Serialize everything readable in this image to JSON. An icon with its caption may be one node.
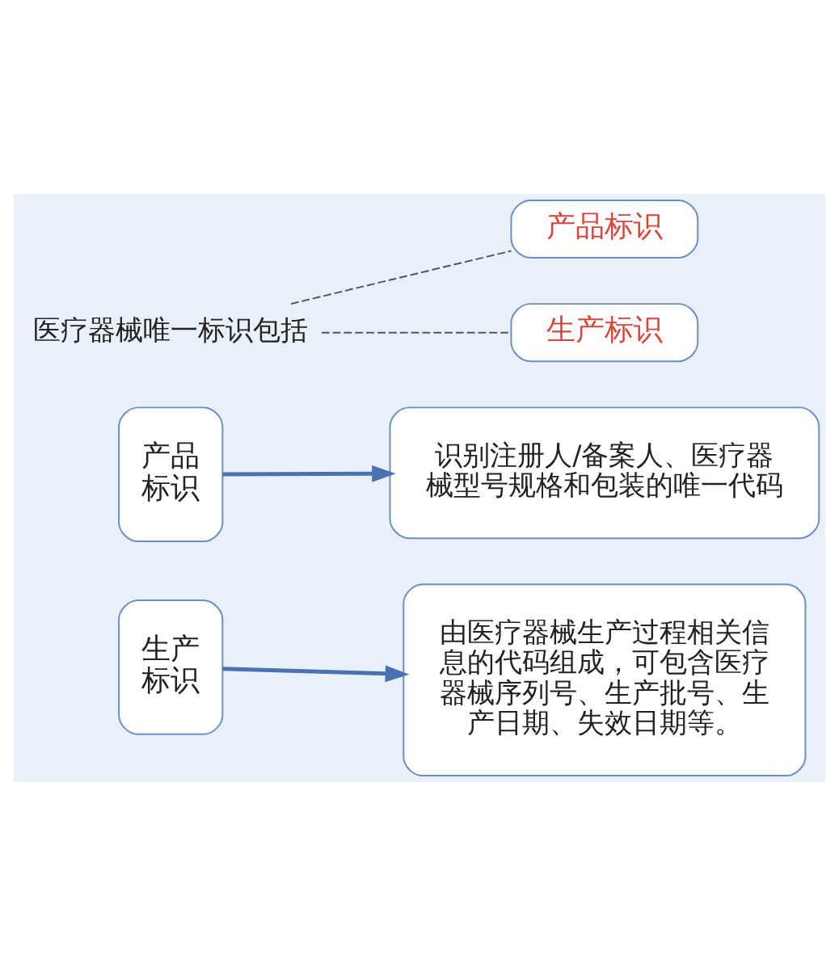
{
  "diagram": {
    "nodes": [
      {
        "text": [
          "医疗器械唯一标识包括"
        ]
      },
      {
        "text": [
          "产品标识"
        ]
      },
      {
        "text": [
          "生产标识"
        ]
      },
      {
        "text": [
          "产品标识"
        ]
      },
      {
        "text": [
          "识别注册人/备案人、医疗器械型号规格和包装的唯一代码"
        ]
      },
      {
        "text": [
          "生产标识"
        ]
      },
      {
        "text": [
          "由医疗器械生产过程相关信息的代码组成，可包含医疗器械序列号、生产批号、生产日期、失效日期等。"
        ]
      }
    ],
    "edges": [
      {
        "from": 0,
        "to": 1,
        "arrow": "none",
        "style": "dashed",
        "color": "#555555"
      },
      {
        "from": 0,
        "to": 2,
        "arrow": "none",
        "style": "dashed",
        "color": "#555555"
      },
      {
        "from": 3,
        "to": 4,
        "arrow": "to",
        "color": "#4a72b0"
      },
      {
        "from": 5,
        "to": 6,
        "arrow": "to",
        "color": "#4a72b0"
      }
    ]
  }
}
